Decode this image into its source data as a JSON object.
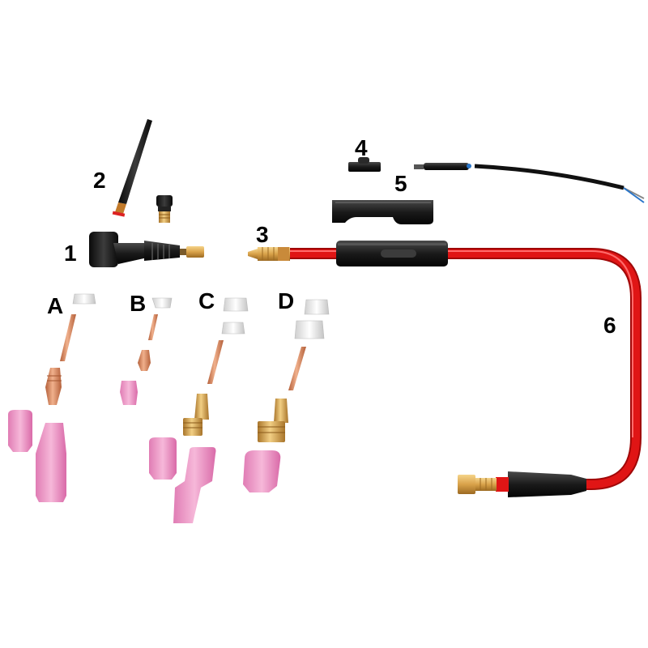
{
  "labels": {
    "part_1": "1",
    "part_2": "2",
    "part_3": "3",
    "part_4": "4",
    "part_5": "5",
    "part_6": "6",
    "kit_a": "A",
    "kit_b": "B",
    "kit_c": "C",
    "kit_d": "D"
  },
  "colors": {
    "hose_red": "#e01515",
    "rubber_black": "#1e1e1e",
    "brass": "#d9a24a",
    "copper": "#d9835a",
    "ceramic_pink": "#ef9dc8",
    "insulator_white": "#f2f2f2",
    "wire_blue": "#2a76c9"
  }
}
